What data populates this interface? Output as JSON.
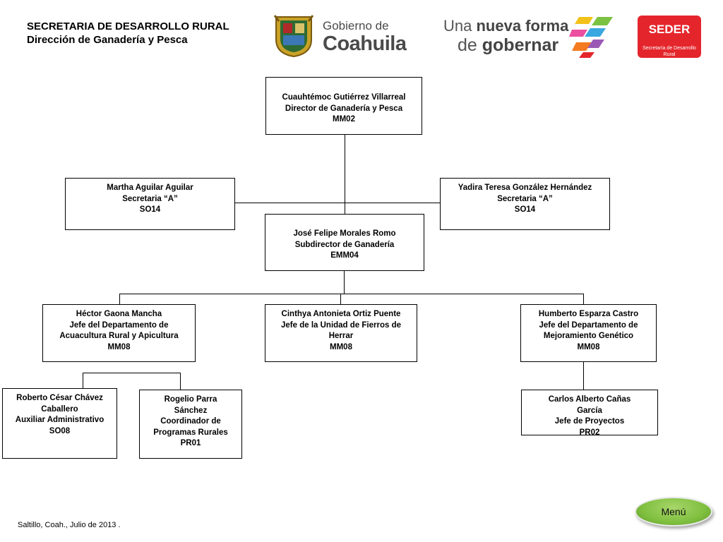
{
  "header": {
    "line1": "SECRETARIA DE DESARROLLO RURAL",
    "line2": "Dirección de Ganadería y Pesca"
  },
  "logos": {
    "coahuila_line1": "Gobierno de",
    "coahuila_line2": "Coahuila",
    "slogan_line1_a": "Una ",
    "slogan_line1_b": "nueva forma",
    "slogan_line2_a": "de ",
    "slogan_line2_b": "gobernar",
    "seder_title": "SEDER",
    "seder_sub": "Secretaría de Desarrollo Rural"
  },
  "org": {
    "director": {
      "name": "Cuauhtémoc Gutiérrez Villarreal",
      "role": "Director de Ganadería y Pesca",
      "code": "MM02"
    },
    "sec_left": {
      "name": "Martha Aguilar Aguilar",
      "role": "Secretaria “A”",
      "code": "SO14"
    },
    "sec_right": {
      "name": "Yadira Teresa González Hernández",
      "role": "Secretaria “A”",
      "code": "SO14"
    },
    "subdirector": {
      "name": "José Felipe Morales Romo",
      "role": "Subdirector de Ganadería",
      "code": "EMM04"
    },
    "jefe_acua": {
      "name": "Héctor Gaona Mancha",
      "role1": "Jefe del Departamento de",
      "role2": "Acuacultura Rural y Apicultura",
      "code": "MM08"
    },
    "jefe_fierros": {
      "name": "Cinthya Antonieta Ortiz Puente",
      "role1": "Jefe de la Unidad de Fierros de",
      "role2": "Herrar",
      "code": "MM08"
    },
    "jefe_mejora": {
      "name": "Humberto Esparza Castro",
      "role1": "Jefe del Departamento de",
      "role2": "Mejoramiento Genético",
      "code": "MM08"
    },
    "aux": {
      "name1": "Roberto César Chávez",
      "name2": "Caballero",
      "role": "Auxiliar Administrativo",
      "code": "SO08"
    },
    "coord": {
      "name1": "Rogelio Parra",
      "name2": "Sánchez",
      "role1": "Coordinador de",
      "role2": "Programas Rurales",
      "code": "PR01"
    },
    "jefe_proy": {
      "name1": "Carlos Alberto Cañas",
      "name2": "García",
      "role": "Jefe de Proyectos",
      "code": "PR02"
    }
  },
  "footer": {
    "text": "Saltillo, Coah., Julio  de 2013 ."
  },
  "menu": {
    "label": "Menú"
  },
  "colors": {
    "seder_red": "#e4262c",
    "menu_green": "#7fbf3f",
    "coahuila_gray": "#4a4a4a"
  }
}
